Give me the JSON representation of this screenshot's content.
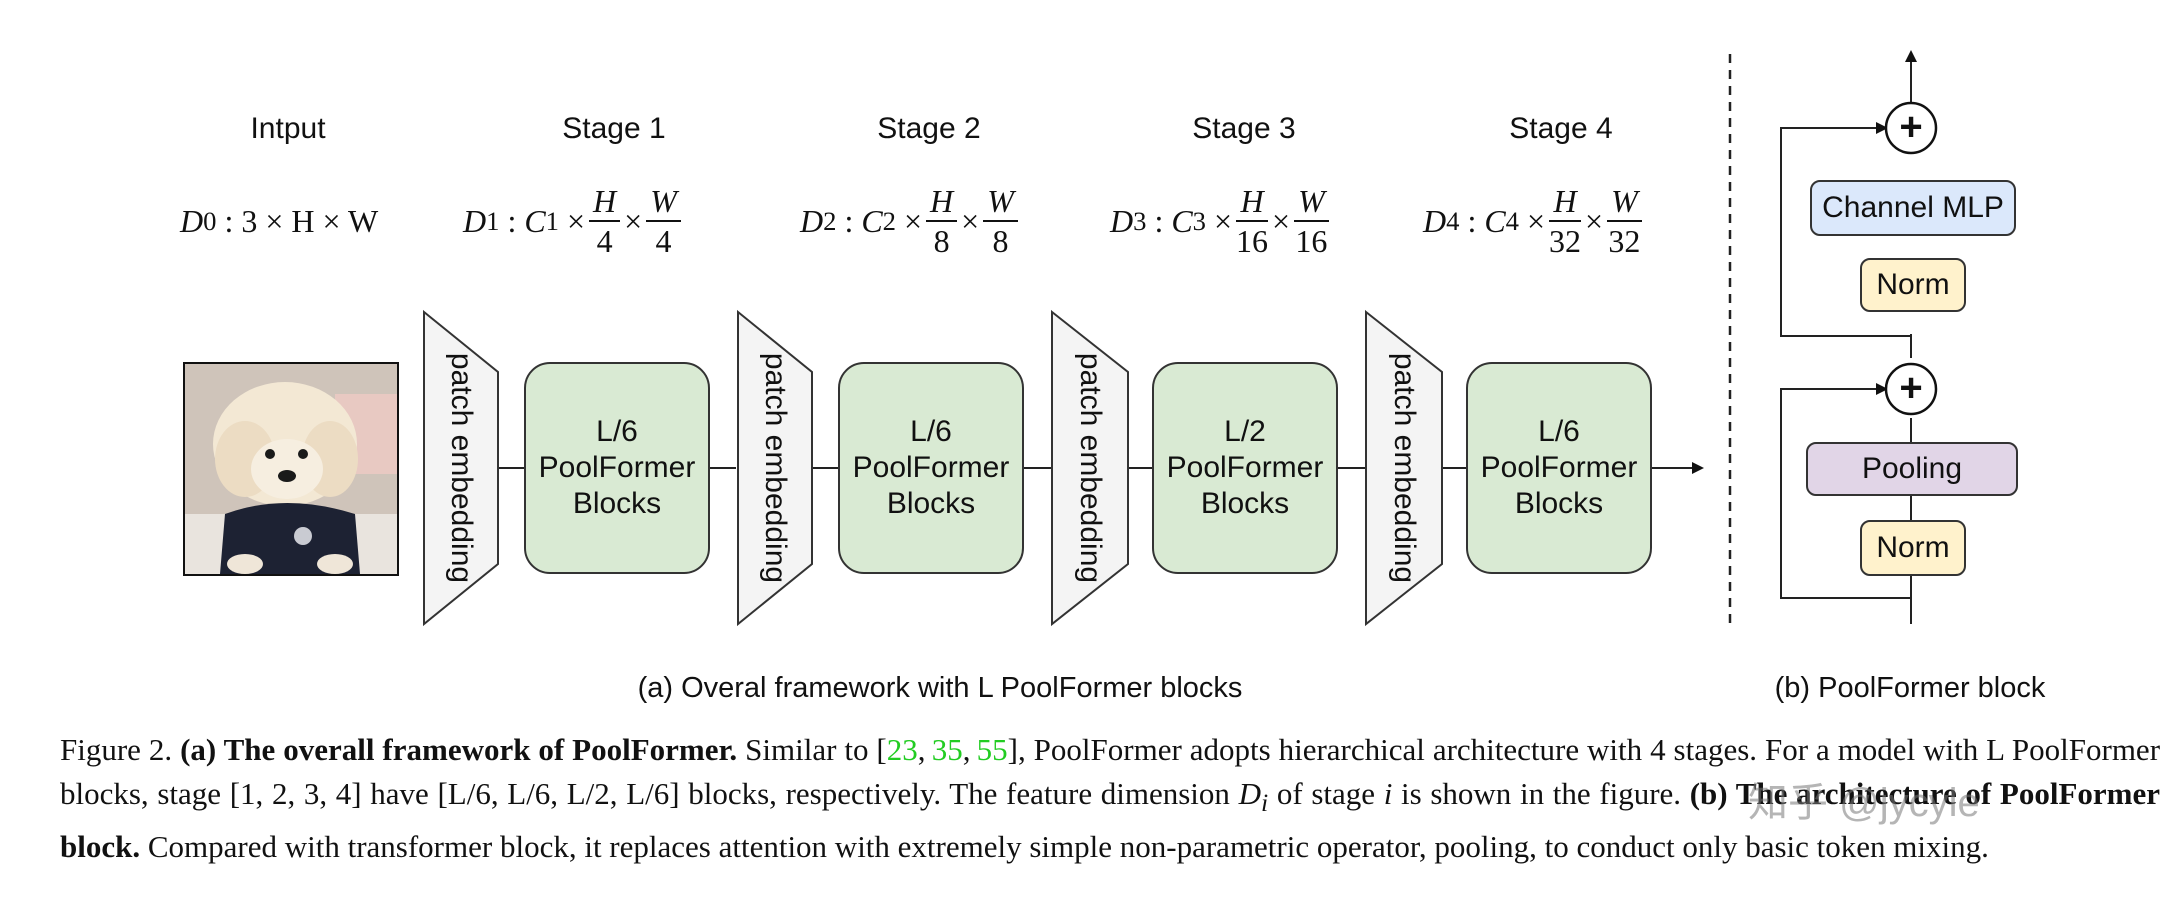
{
  "framework": {
    "stage_headers": [
      "Intput",
      "Stage 1",
      "Stage 2",
      "Stage 3",
      "Stage 4"
    ],
    "input_dim": {
      "sym": "D",
      "sub": "0",
      "rest": ": 3 × H × W"
    },
    "stage_dims": [
      {
        "sym": "D",
        "sub": "1",
        "ch": "C",
        "chsub": "1",
        "hden": "4",
        "wden": "4"
      },
      {
        "sym": "D",
        "sub": "2",
        "ch": "C",
        "chsub": "2",
        "hden": "8",
        "wden": "8"
      },
      {
        "sym": "D",
        "sub": "3",
        "ch": "C",
        "chsub": "3",
        "hden": "16",
        "wden": "16"
      },
      {
        "sym": "D",
        "sub": "4",
        "ch": "C",
        "chsub": "4",
        "hden": "32",
        "wden": "32"
      }
    ],
    "frac_num_h": "H",
    "frac_num_w": "W",
    "patch_label": "patch embedding",
    "blocks": [
      {
        "count": "L/6",
        "line2": "PoolFormer",
        "line3": "Blocks"
      },
      {
        "count": "L/6",
        "line2": "PoolFormer",
        "line3": "Blocks"
      },
      {
        "count": "L/2",
        "line2": "PoolFormer",
        "line3": "Blocks"
      },
      {
        "count": "L/6",
        "line2": "PoolFormer",
        "line3": "Blocks"
      }
    ],
    "subcaption": "(a) Overal framework with L PoolFormer blocks"
  },
  "block": {
    "channel_mlp": "Channel MLP",
    "norm_top": "Norm",
    "pooling": "Pooling",
    "norm_bottom": "Norm",
    "plus": "+",
    "subcaption": "(b) PoolFormer block",
    "colors": {
      "mlp": "#dbe8fb",
      "norm": "#fff2cc",
      "pool": "#e1d5e7",
      "stage": "#d9ead3"
    }
  },
  "caption": {
    "fig_label": "Figure 2.",
    "a_bold": "(a) The overall framework of PoolFormer.",
    "a_text1": "Similar to [",
    "refs": [
      "23",
      "35",
      "55"
    ],
    "a_text2": "], PoolFormer adopts hierarchical architecture with 4 stages. For a model with L PoolFormer blocks, stage [1, 2, 3, 4] have [L/6, L/6, L/2, L/6] blocks, respectively. The feature dimension",
    "di_sym": "D",
    "di_sub": "i",
    "a_text3": "of stage",
    "a_i": "i",
    "a_text4": "is shown in the figure.",
    "b_bold": "(b) The architecture of PoolFormer block.",
    "b_text": "Compared with transformer block, it replaces attention with extremely simple non-parametric operator, pooling, to conduct only basic token mixing."
  },
  "watermark": "知乎 @jycyle"
}
